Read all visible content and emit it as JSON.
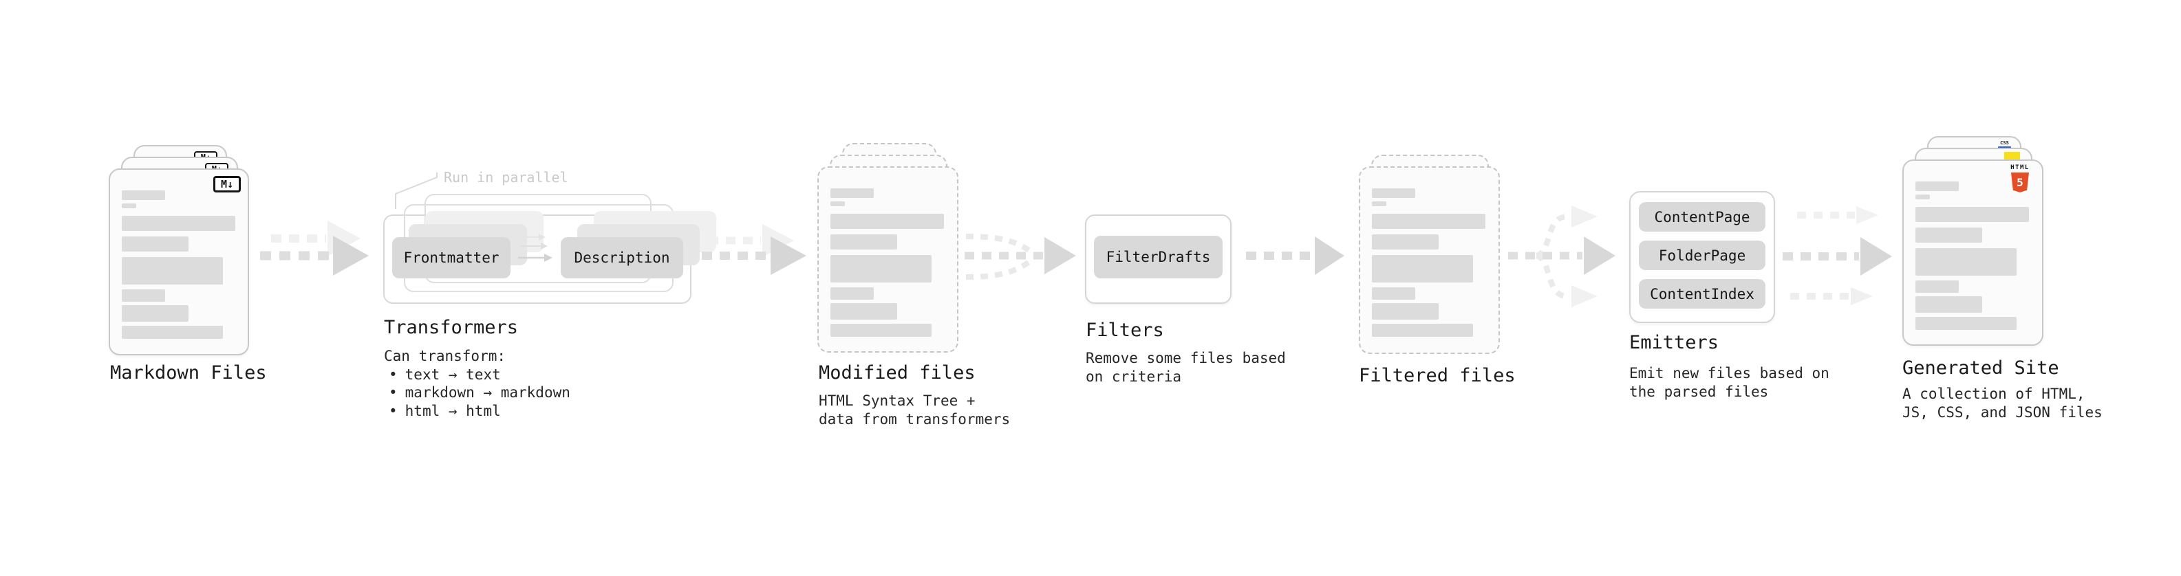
{
  "stages": {
    "markdown": {
      "label": "Markdown Files"
    },
    "transformers": {
      "label": "Transformers",
      "note": "Run in parallel",
      "chip_left": "Frontmatter",
      "chip_right": "Description",
      "desc_title": "Can transform:",
      "bullet": "•",
      "bullets": [
        "text → text",
        "markdown → markdown",
        "html → html"
      ]
    },
    "modified": {
      "label": "Modified files",
      "desc": [
        "HTML Syntax Tree +",
        "data from transformers"
      ]
    },
    "filters": {
      "label": "Filters",
      "chip": "FilterDrafts",
      "desc": [
        "Remove some files based",
        "on criteria"
      ]
    },
    "filtered": {
      "label": "Filtered files"
    },
    "emitters": {
      "label": "Emitters",
      "chips": [
        "ContentPage",
        "FolderPage",
        "ContentIndex"
      ],
      "desc": [
        "Emit new files based on",
        "the parsed files"
      ]
    },
    "generated": {
      "label": "Generated Site",
      "desc": [
        "A collection of HTML,",
        "JS, CSS, and JSON files"
      ]
    }
  },
  "icons": {
    "markdown_badge": "M↓",
    "html5_text": "HTML",
    "html5_five": "5",
    "css_text": "CSS"
  },
  "colors": {
    "html5_orange": "#e44d26",
    "js_yellow": "#f7df1e",
    "css_blue": "#2962f0",
    "chip_gray": "#d9d9d9",
    "arrow_gray": "#dedede",
    "note_gray": "#c9c9c9"
  }
}
